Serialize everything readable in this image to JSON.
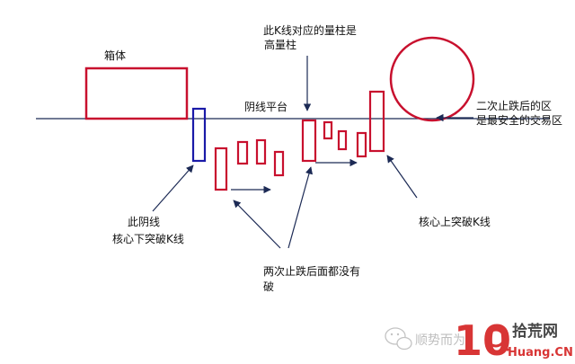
{
  "labels": {
    "box": "箱体",
    "volume_line1": "此K线对应的量柱是",
    "volume_line2": "高量柱",
    "yin_platform": "阴线平台",
    "safe_line1": "二次止跌后的区",
    "safe_line2": "是最安全的交易区",
    "yin_line1": "此阴线",
    "yin_line2": "核心下突破K线",
    "two_stops_line1": "两次止跌后面都没有",
    "two_stops_line2": "破",
    "core_up": "核心上突破K线"
  },
  "watermark": {
    "left_text": "顺势而为",
    "site_number": "10",
    "site_name": "拾荒网",
    "site_url": "Huang.CN"
  },
  "colors": {
    "red": "#c8102e",
    "blue": "#1a1aa8",
    "line": "#1c2a55",
    "arrow": "#1c2a55",
    "watermark_red": "#d42020"
  }
}
